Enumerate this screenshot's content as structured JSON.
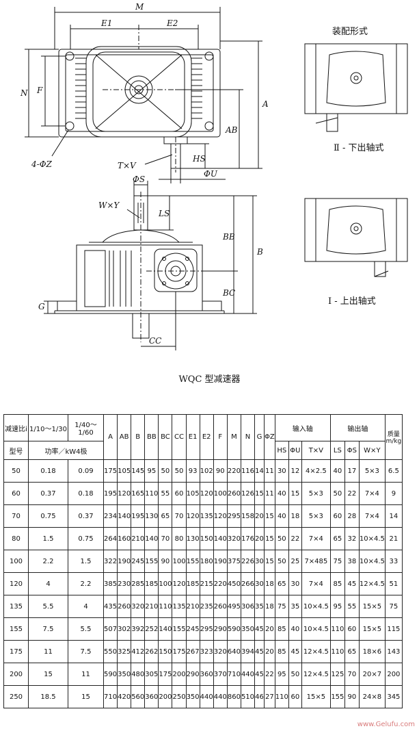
{
  "drawing": {
    "labels": {
      "M": "M",
      "E1": "E1",
      "E2": "E2",
      "N": "N",
      "F": "F",
      "A": "A",
      "AB": "AB",
      "HS": "HS",
      "Z": "4-ΦZ",
      "TV": "T×V",
      "U": "ΦU",
      "S": "ΦS",
      "WY": "W×Y",
      "LS": "LS",
      "BB": "BB",
      "B": "B",
      "BC": "BC",
      "G": "G",
      "CC": "CC"
    },
    "assembly_title": "装配形式",
    "assembly_down": "Ⅱ - 下出轴式",
    "assembly_up": "Ⅰ - 上出轴式"
  },
  "caption": "WQC 型减速器",
  "table": {
    "h_ratio": "减速比i",
    "h_model": "型号",
    "h_r1": "1/10～1/30",
    "h_r2": "1/40～1/60",
    "h_power": "功率／kW4极",
    "dims": [
      "A",
      "AB",
      "B",
      "BB",
      "BC",
      "CC",
      "E1",
      "E2",
      "F",
      "M",
      "N",
      "G",
      "ΦZ"
    ],
    "h_input": "输入轴",
    "h_output": "输出轴",
    "h_mass": "质量m/kg",
    "input_cols": [
      "HS",
      "ΦU",
      "T×V"
    ],
    "output_cols": [
      "LS",
      "ΦS",
      "W×Y"
    ],
    "rows": [
      [
        "50",
        "0.18",
        "0.09",
        "175",
        "105",
        "145",
        "95",
        "50",
        "50",
        "93",
        "102",
        "90",
        "220",
        "116",
        "14",
        "11",
        "30",
        "12",
        "4×2.5",
        "40",
        "17",
        "5×3",
        "6.5"
      ],
      [
        "60",
        "0.37",
        "0.18",
        "195",
        "120",
        "165",
        "110",
        "55",
        "60",
        "105",
        "120",
        "100",
        "260",
        "126",
        "15",
        "11",
        "40",
        "15",
        "5×3",
        "50",
        "22",
        "7×4",
        "9"
      ],
      [
        "70",
        "0.75",
        "0.37",
        "234",
        "140",
        "195",
        "130",
        "65",
        "70",
        "120",
        "135",
        "120",
        "295",
        "158",
        "20",
        "15",
        "40",
        "18",
        "5×3",
        "60",
        "28",
        "7×4",
        "14"
      ],
      [
        "80",
        "1.5",
        "0.75",
        "264",
        "160",
        "210",
        "140",
        "70",
        "80",
        "130",
        "150",
        "140",
        "320",
        "176",
        "20",
        "15",
        "50",
        "22",
        "7×4",
        "65",
        "32",
        "10×4.5",
        "21"
      ],
      [
        "100",
        "2.2",
        "1.5",
        "322",
        "190",
        "245",
        "155",
        "90",
        "100",
        "155",
        "180",
        "190",
        "375",
        "226",
        "30",
        "15",
        "50",
        "25",
        "7×485",
        "75",
        "38",
        "10×4.5",
        "33"
      ],
      [
        "120",
        "4",
        "2.2",
        "385",
        "230",
        "285",
        "185",
        "100",
        "120",
        "185",
        "215",
        "220",
        "450",
        "266",
        "30",
        "18",
        "65",
        "30",
        "7×4",
        "85",
        "45",
        "12×4.5",
        "51"
      ],
      [
        "135",
        "5.5",
        "4",
        "435",
        "260",
        "320",
        "210",
        "110",
        "135",
        "210",
        "235",
        "260",
        "495",
        "306",
        "35",
        "18",
        "75",
        "35",
        "10×4.5",
        "95",
        "55",
        "15×5",
        "75"
      ],
      [
        "155",
        "7.5",
        "5.5",
        "507",
        "302",
        "392",
        "252",
        "140",
        "155",
        "245",
        "295",
        "290",
        "590",
        "350",
        "45",
        "20",
        "85",
        "40",
        "10×4.5",
        "110",
        "60",
        "15×5",
        "115"
      ],
      [
        "175",
        "11",
        "7.5",
        "550",
        "325",
        "412",
        "262",
        "150",
        "175",
        "267",
        "323",
        "320",
        "640",
        "394",
        "45",
        "20",
        "85",
        "45",
        "12×4.5",
        "110",
        "65",
        "18×6",
        "143"
      ],
      [
        "200",
        "15",
        "11",
        "590",
        "350",
        "480",
        "305",
        "175",
        "200",
        "290",
        "360",
        "370",
        "710",
        "440",
        "45",
        "22",
        "95",
        "50",
        "12×4.5",
        "125",
        "70",
        "20×7",
        "200"
      ],
      [
        "250",
        "18.5",
        "15",
        "710",
        "420",
        "560",
        "360",
        "200",
        "250",
        "350",
        "440",
        "440",
        "860",
        "510",
        "46",
        "27",
        "110",
        "60",
        "15×5",
        "155",
        "90",
        "24×8",
        "345"
      ]
    ]
  },
  "watermark": "www.Gelufu.com"
}
